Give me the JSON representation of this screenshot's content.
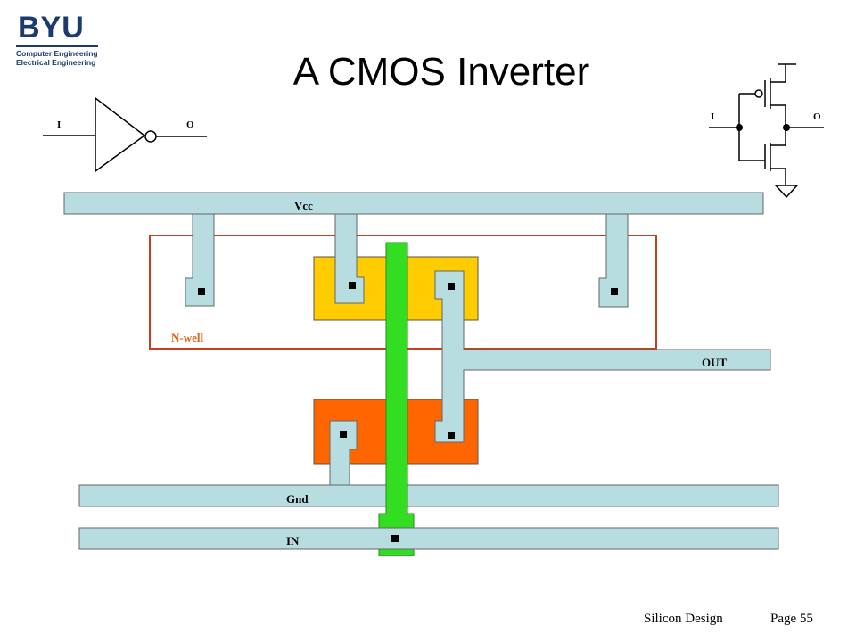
{
  "logo": {
    "mark": "BYU",
    "line1": "Computer Engineering",
    "line2": "Electrical Engineering"
  },
  "title": "A CMOS Inverter",
  "gate_symbol": {
    "input": "I",
    "output": "O"
  },
  "transistor_schematic": {
    "input": "I",
    "output": "O"
  },
  "layout_labels": {
    "vcc": "Vcc",
    "nwell": "N-well",
    "out": "OUT",
    "gnd": "Gnd",
    "in": "IN"
  },
  "colors": {
    "metal": "#b8dde0",
    "poly": "#33dd22",
    "p_diffusion": "#ffcc00",
    "n_diffusion": "#ff6600",
    "nwell": "#c04020",
    "nwell_label": "#e06010"
  },
  "footer": {
    "left": "Silicon Design",
    "right": "Page 55"
  }
}
